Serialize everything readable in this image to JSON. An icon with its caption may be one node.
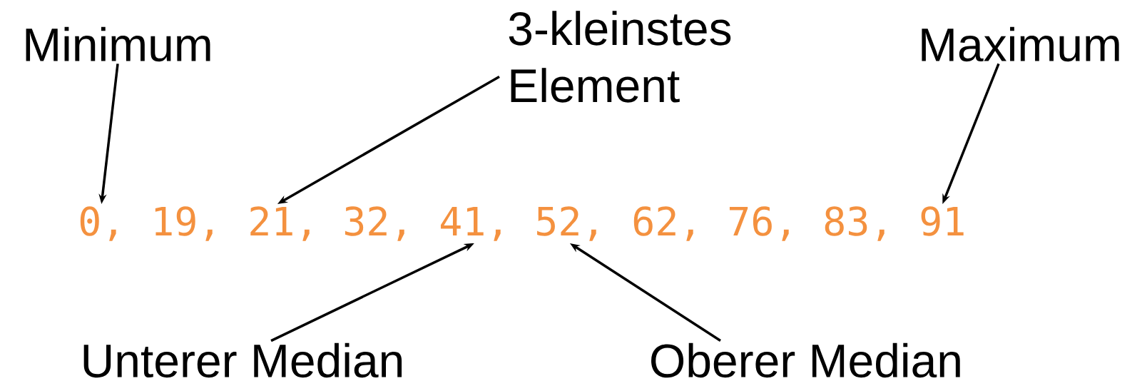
{
  "diagram": {
    "nodes": [
      {
        "text": [
          "Minimum"
        ]
      },
      {
        "text": [
          "3-kleinstes Element"
        ]
      },
      {
        "text": [
          "Maximum"
        ]
      },
      {
        "text": [
          "0,"
        ]
      },
      {
        "text": [
          "19,"
        ]
      },
      {
        "text": [
          "21,"
        ]
      },
      {
        "text": [
          "32,"
        ]
      },
      {
        "text": [
          "41,"
        ]
      },
      {
        "text": [
          "52,"
        ]
      },
      {
        "text": [
          "62,"
        ]
      },
      {
        "text": [
          "76,"
        ]
      },
      {
        "text": [
          "83,"
        ]
      },
      {
        "text": [
          "91"
        ]
      },
      {
        "text": [
          "Unterer Median"
        ]
      },
      {
        "text": [
          "Oberer Median"
        ]
      }
    ],
    "edges": [
      {
        "from": 0,
        "to": 3,
        "arrow": "to"
      },
      {
        "from": 1,
        "to": 5,
        "arrow": "to"
      },
      {
        "from": 2,
        "to": 12,
        "arrow": "to"
      },
      {
        "from": 13,
        "to": 7,
        "arrow": "to"
      },
      {
        "from": 14,
        "to": 8,
        "arrow": "to"
      }
    ]
  }
}
